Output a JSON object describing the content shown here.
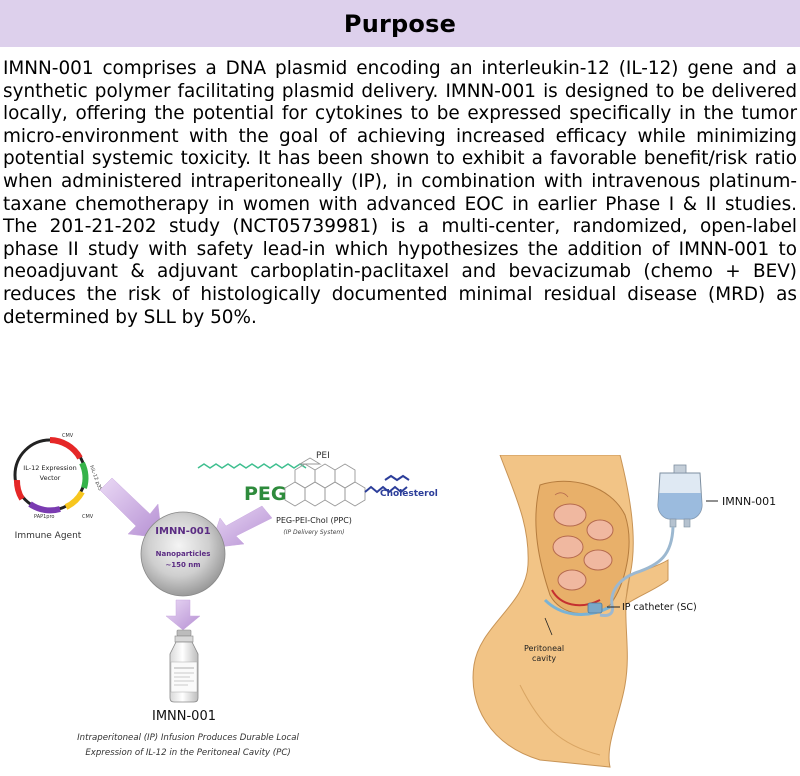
{
  "header": {
    "title": "Purpose"
  },
  "body_text": "IMNN-001 comprises a DNA plasmid encoding an interleukin-12 (IL-12) gene and a synthetic polymer facilitating plasmid delivery. IMNN-001 is designed to be delivered locally, offering the potential for cytokines to be expressed specifically in the tumor micro-environment with the goal of achieving increased efficacy while minimizing potential systemic toxicity. It has been shown to exhibit a favorable benefit/risk ratio when administered intraperitoneally (IP), in combination with intravenous platinum-taxane chemotherapy in women with advanced EOC in earlier Phase I & II studies. The 201-21-202 study (NCT05739981) is a multi-center, randomized, open-label phase II study with safety lead-in which hypothesizes the addition of IMNN-001 to neoadjuvant & adjuvant carboplatin-paclitaxel and bevacizumab (chemo + BEV) reduces the risk of histologically documented minimal residual disease (MRD) as determined by SLL by 50%.",
  "left_figure": {
    "plasmid_title": "IL-12 Expression Vector",
    "plasmid_title_line1": "IL-12 Expression",
    "plasmid_title_line2": "Vector",
    "plasmid_labels": [
      "CMV",
      "hIL-12 p35",
      "CMV",
      "PAP1pro"
    ],
    "immune_agent_label": "Immune Agent",
    "pei_label": "PEI",
    "peg_label": "PEG",
    "cholesterol_label": "Cholesterol",
    "ppc_label": "PEG-PEI-Chol (PPC)",
    "ppc_sublabel": "(IP Delivery System)",
    "nanoparticle_title": "IMNN-001",
    "nanoparticle_line1": "Nanoparticles",
    "nanoparticle_line2": "~150 nm",
    "vial_label": "IMNN-001",
    "caption_line1": "Intraperitoneal (IP) Infusion Produces Durable Local",
    "caption_line2": "Expression of IL-12 in the Peritoneal Cavity (PC)"
  },
  "right_figure": {
    "bag_label": "IMNN-001",
    "catheter_label": "IP catheter (SC)",
    "cavity_label_line1": "Peritoneal",
    "cavity_label_line2": "cavity"
  },
  "colors": {
    "header_bg": "#ddd0ec",
    "peg_green": "#2e8b3c",
    "nanoparticle_text": "#5b2c83",
    "arrow_purple": "#c5a6dd",
    "skin": "#f2c486"
  }
}
